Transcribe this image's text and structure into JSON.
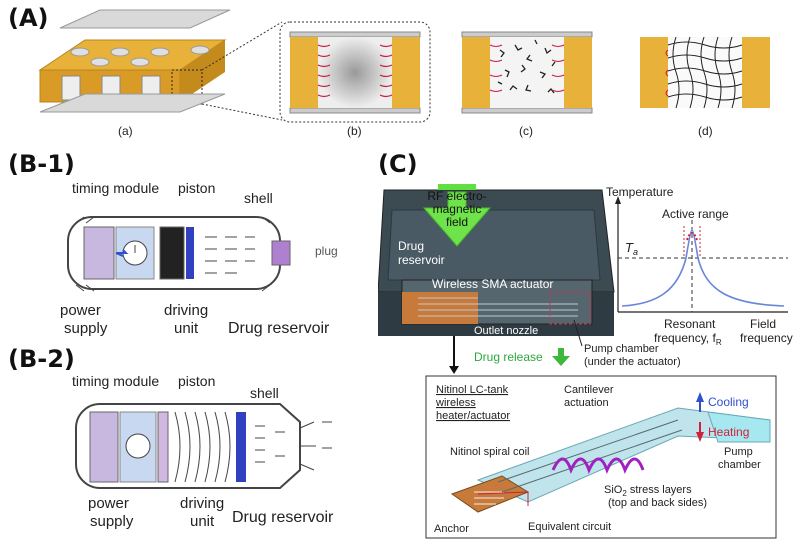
{
  "panels": {
    "A": {
      "label": "(A)",
      "subpanels": [
        "(a)",
        "(b)",
        "(c)",
        "(d)"
      ]
    },
    "B1": {
      "label": "(B-1)",
      "timing_module": "timing module",
      "piston": "piston",
      "shell": "shell",
      "plug": "plug",
      "power": "power",
      "supply": "supply",
      "driving": "driving",
      "unit": "unit",
      "drug_reservoir": "Drug reservoir"
    },
    "B2": {
      "label": "(B-2)",
      "timing_module": "timing module",
      "piston": "piston",
      "shell": "shell",
      "power": "power",
      "supply": "supply",
      "driving": "driving",
      "unit": "unit",
      "drug_reservoir": "Drug reservoir"
    },
    "C": {
      "label": "(C)",
      "rf_line1": "RF electro-",
      "rf_line2": "magnetic",
      "rf_line3": "field",
      "drug_line1": "Drug",
      "drug_line2": "reservoir",
      "wireless_sma": "Wireless SMA actuator",
      "outlet_nozzle": "Outlet nozzle",
      "drug_release": "Drug release",
      "pump_chamber_line1": "Pump chamber",
      "pump_chamber_line2": "(under the actuator)",
      "graph_temperature": "Temperature",
      "graph_active_range": "Active range",
      "graph_ta": "T",
      "graph_ta_sub": "a",
      "graph_resonant1": "Resonant",
      "graph_resonant2": "frequency, f",
      "graph_resonant_sub": "R",
      "graph_field1": "Field",
      "graph_field2": "frequency",
      "inset_title1": "Nitinol LC-tank",
      "inset_title2": "wireless",
      "inset_title3": "heater/actuator",
      "cantilever1": "Cantilever",
      "cantilever2": "actuation",
      "cooling": "Cooling",
      "heating": "Heating",
      "pump1": "Pump",
      "pump2": "chamber",
      "spiral_coil": "Nitinol spiral coil",
      "sio2_1": "SiO",
      "sio2_sub": "2",
      "sio2_2": " stress layers",
      "sio2_3": "(top and back sides)",
      "anchor": "Anchor",
      "equiv_circuit": "Equivalent circuit"
    }
  },
  "colors": {
    "gold": "#e8b23a",
    "green": "#6fe34a",
    "purple": "#a020c0",
    "blue": "#3050d0",
    "red": "#d0203a",
    "device_dark": "#3c4a52"
  }
}
